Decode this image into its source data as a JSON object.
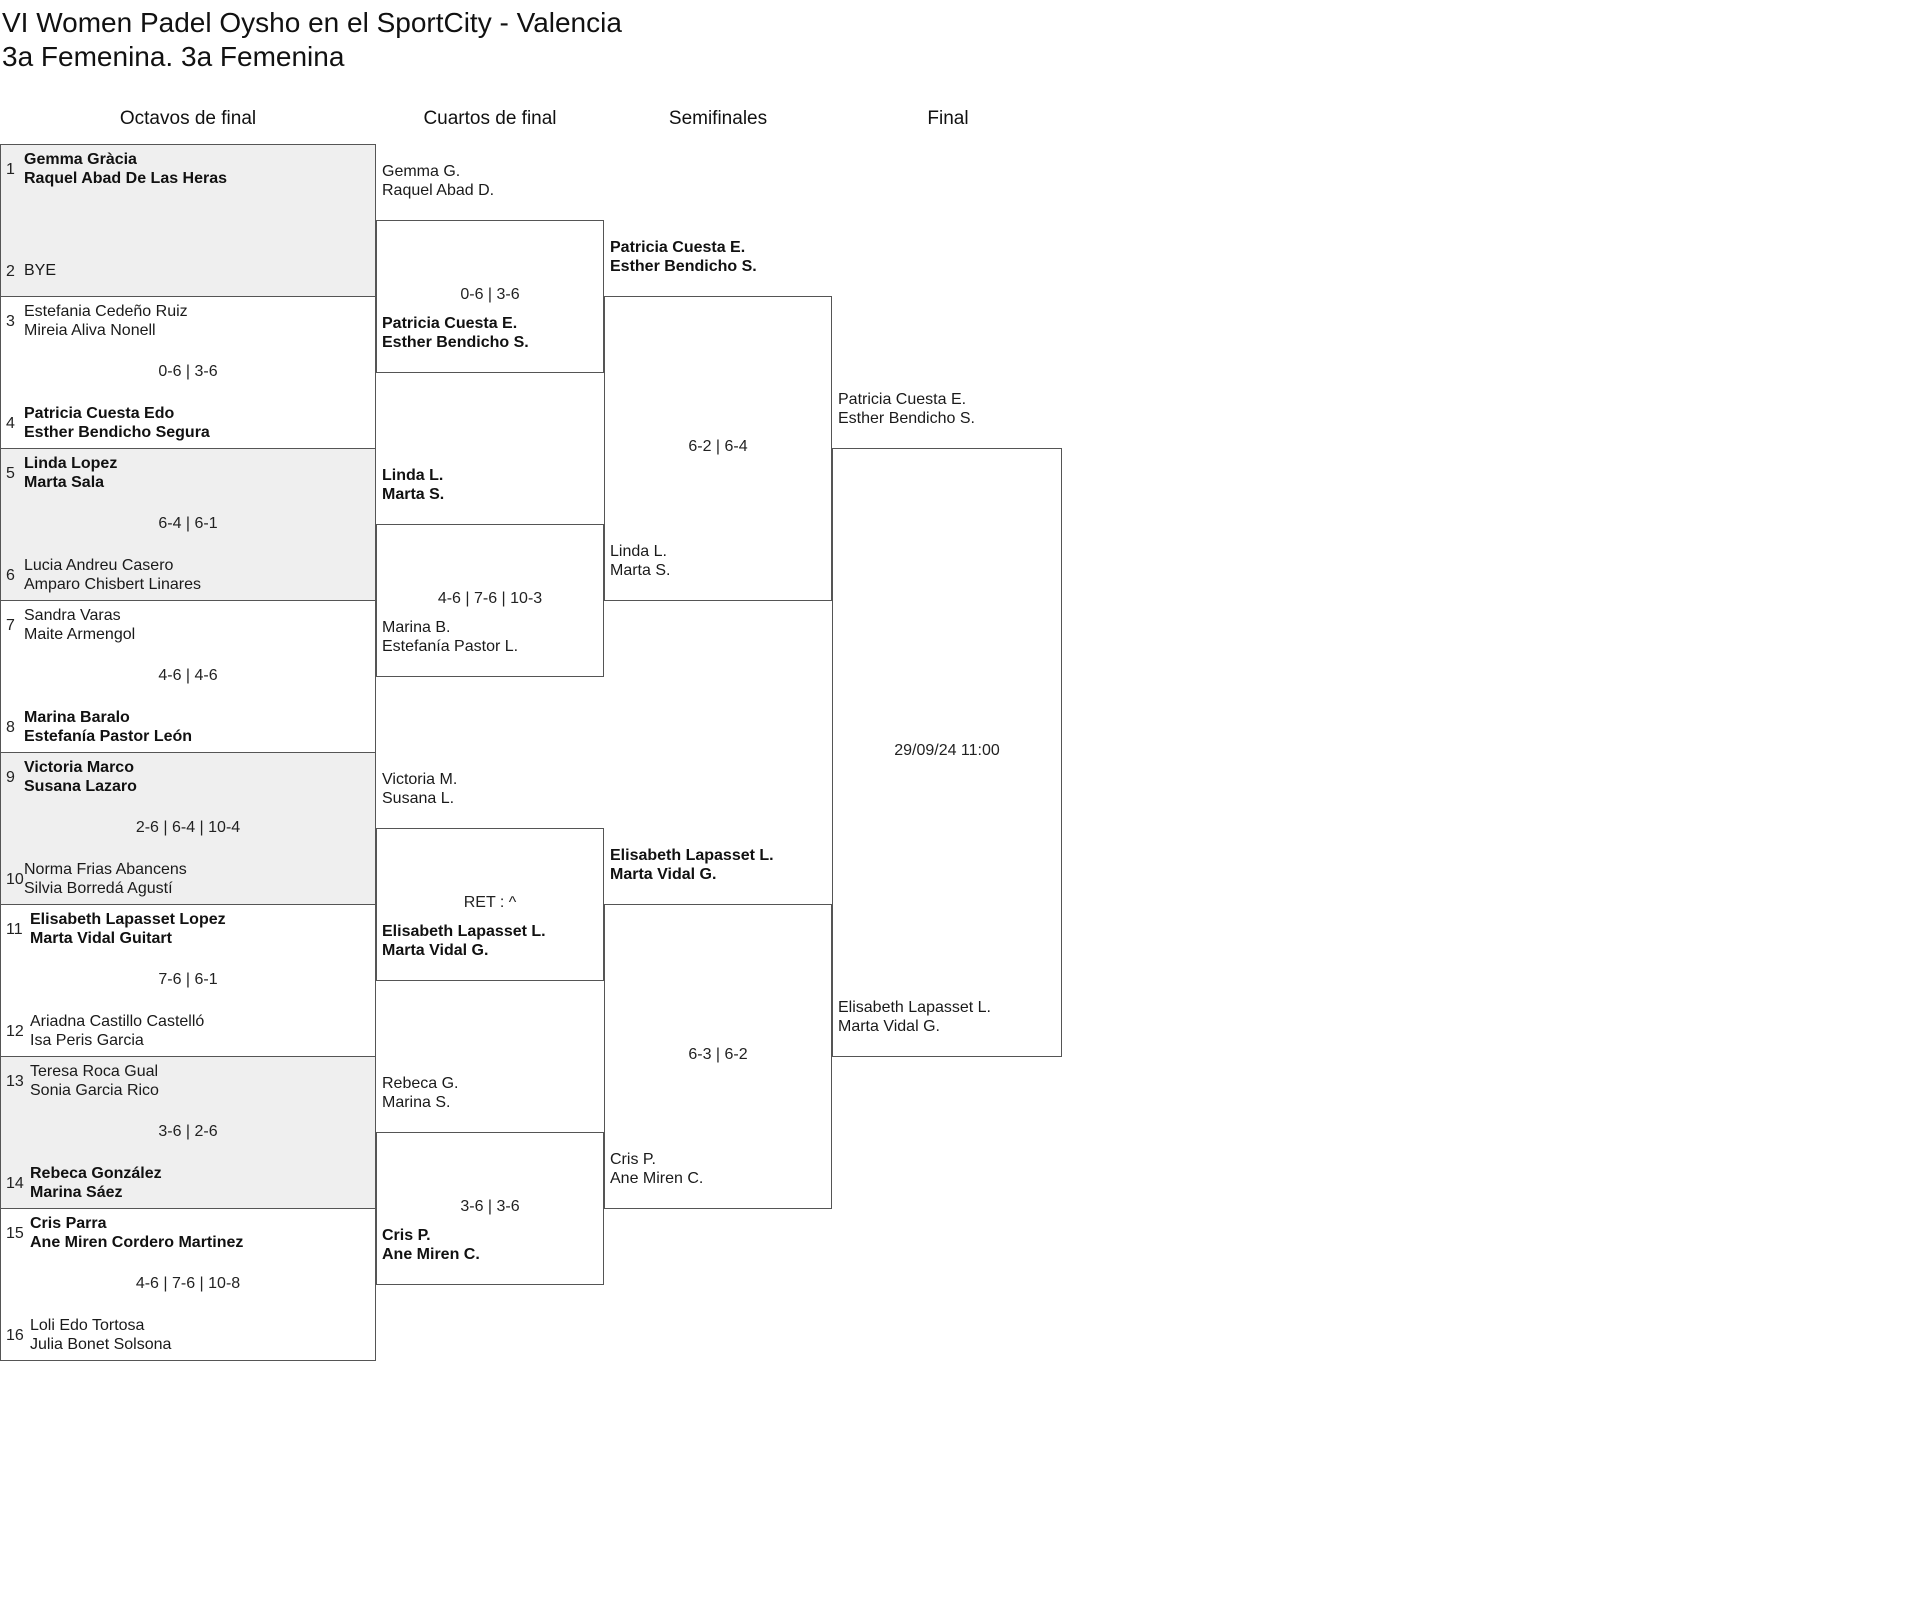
{
  "header": {
    "line1": "VI Women Padel Oysho en el SportCity - Valencia",
    "line2": "3a Femenina. 3a Femenina"
  },
  "rounds": [
    "Octavos de final",
    "Cuartos de final",
    "Semifinales",
    "Final"
  ],
  "r16": [
    {
      "seed_a": "1",
      "a": [
        "Gemma Gràcia",
        "Raquel Abad De Las Heras"
      ],
      "seed_b": "2",
      "b": [
        "BYE"
      ],
      "score": "",
      "winner": "a"
    },
    {
      "seed_a": "3",
      "a": [
        "Estefania Cedeño Ruiz",
        "Mireia Aliva Nonell"
      ],
      "seed_b": "4",
      "b": [
        "Patricia Cuesta Edo",
        "Esther Bendicho Segura"
      ],
      "score": "0-6 | 3-6",
      "winner": "b"
    },
    {
      "seed_a": "5",
      "a": [
        "Linda Lopez",
        "Marta Sala"
      ],
      "seed_b": "6",
      "b": [
        "Lucia Andreu Casero",
        "Amparo Chisbert Linares"
      ],
      "score": "6-4 | 6-1",
      "winner": "a"
    },
    {
      "seed_a": "7",
      "a": [
        "Sandra Varas",
        "Maite Armengol"
      ],
      "seed_b": "8",
      "b": [
        "Marina Baralo",
        "Estefanía Pastor León"
      ],
      "score": "4-6 | 4-6",
      "winner": "b"
    },
    {
      "seed_a": "9",
      "a": [
        "Victoria Marco",
        "Susana Lazaro"
      ],
      "seed_b": "10",
      "b": [
        "Norma Frias Abancens",
        "Silvia Borredá Agustí"
      ],
      "score": "2-6 | 6-4 | 10-4",
      "winner": "a"
    },
    {
      "seed_a": "11",
      "a": [
        "Elisabeth Lapasset Lopez",
        "Marta Vidal Guitart"
      ],
      "seed_b": "12",
      "b": [
        "Ariadna Castillo Castelló",
        "Isa Peris Garcia"
      ],
      "score": "7-6 | 6-1",
      "winner": "a"
    },
    {
      "seed_a": "13",
      "a": [
        "Teresa Roca Gual",
        "Sonia Garcia Rico"
      ],
      "seed_b": "14",
      "b": [
        "Rebeca González",
        "Marina Sáez"
      ],
      "score": "3-6 | 2-6",
      "winner": "b"
    },
    {
      "seed_a": "15",
      "a": [
        "Cris Parra",
        "Ane Miren Cordero Martinez"
      ],
      "seed_b": "16",
      "b": [
        "Loli Edo Tortosa",
        "Julia Bonet Solsona"
      ],
      "score": "4-6 | 7-6 | 10-8",
      "winner": "a"
    }
  ],
  "qf": [
    {
      "a": [
        "Gemma G.",
        "Raquel Abad D."
      ],
      "b": [
        "Patricia Cuesta E.",
        "Esther Bendicho S."
      ],
      "score": "0-6 | 3-6",
      "winner": "b"
    },
    {
      "a": [
        "Linda L.",
        "Marta S."
      ],
      "b": [
        "Marina B.",
        "Estefanía Pastor L."
      ],
      "score": "4-6 | 7-6 | 10-3",
      "winner": "a"
    },
    {
      "a": [
        "Victoria M.",
        "Susana L."
      ],
      "b": [
        "Elisabeth Lapasset L.",
        "Marta Vidal G."
      ],
      "score": "RET : ^",
      "winner": "b"
    },
    {
      "a": [
        "Rebeca G.",
        "Marina S."
      ],
      "b": [
        "Cris P.",
        "Ane Miren C."
      ],
      "score": "3-6 | 3-6",
      "winner": "b"
    }
  ],
  "sf": [
    {
      "a": [
        "Patricia Cuesta E.",
        "Esther Bendicho S."
      ],
      "b": [
        "Linda L.",
        "Marta S."
      ],
      "score": "6-2 | 6-4",
      "winner": "a"
    },
    {
      "a": [
        "Elisabeth Lapasset L.",
        "Marta Vidal G."
      ],
      "b": [
        "Cris P.",
        "Ane Miren C."
      ],
      "score": "6-3 | 6-2",
      "winner": "a"
    }
  ],
  "final": [
    {
      "a": [
        "Patricia Cuesta E.",
        "Esther Bendicho S."
      ],
      "b": [
        "Elisabeth Lapasset L.",
        "Marta Vidal G."
      ],
      "score": "29/09/24 11:00",
      "winner": ""
    }
  ]
}
